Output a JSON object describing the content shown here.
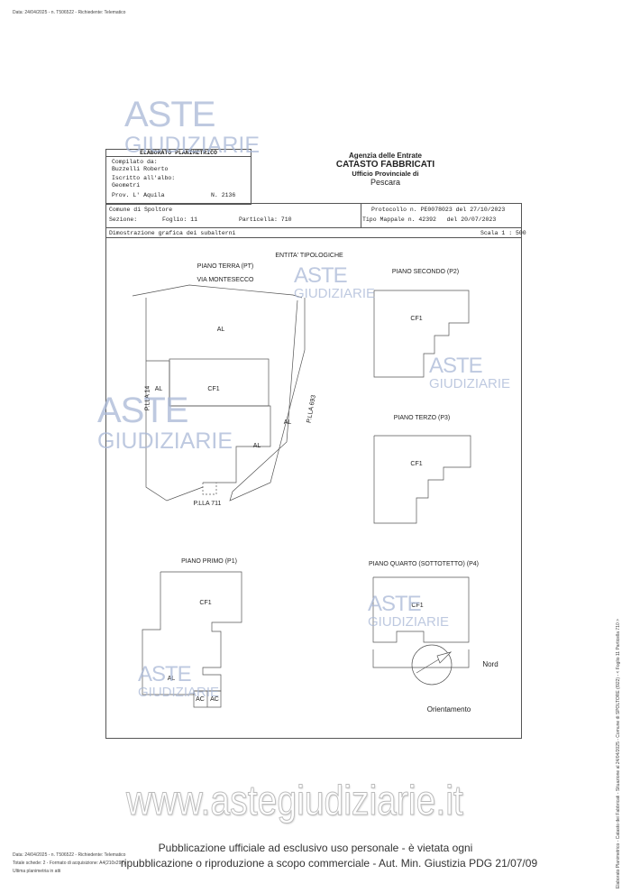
{
  "top_header": "Data: 24/04/2025 - n. T506522 - Richiedente: Telematico",
  "title_block": {
    "heading": "ELABORATO PLANIMETRICO",
    "compiled_label": "Compilato da:",
    "compiled_name": "Buzzelli Roberto",
    "albo_label": "Iscritto all'albo:",
    "albo_value": "Geometri",
    "prov": "Prov. L' Aquila",
    "number": "N. 2136"
  },
  "agency": {
    "line1": "Agenzia delle Entrate",
    "line2": "CATASTO FABBRICATI",
    "line3": "Ufficio Provinciale di",
    "line4": "Pescara"
  },
  "info": {
    "comune": "Comune di Spoltore",
    "sezione": "Sezione:",
    "foglio": "Foglio: 11",
    "particella": "Particella: 710",
    "protocollo": "Protocollo n. PE0078023 del 27/10/2023",
    "tipo_mappale": "Tipo Mappale n. 42392   del 20/07/2023",
    "dimostrazione": "Dimostrazione grafica dei subalterni",
    "scala": "Scala 1 : 500"
  },
  "drawing": {
    "entita": "ENTITA' TIPOLOGICHE",
    "piano_terra": "PIANO TERRA (PT)",
    "via": "VIA MONTESECCO",
    "piano_secondo": "PIANO SECONDO (P2)",
    "piano_terzo": "PIANO TERZO (P3)",
    "piano_primo": "PIANO PRIMO (P1)",
    "piano_quarto": "PIANO QUARTO (SOTTOTETTO) (P4)",
    "al": "AL",
    "cf1": "CF1",
    "ac": "AC",
    "plla14": "P.LLA 14",
    "plla693": "P.LLA 693",
    "plla711": "P.LLA 711",
    "nord": "Nord",
    "orientamento": "Orientamento"
  },
  "watermark": {
    "aste": "ASTE",
    "giudiziarie": "GIUDIZIARIE",
    "site": "www.astegiudiziarie.it"
  },
  "footer": {
    "line1": "Data: 24/04/2025 - n. T506522 - Richiedente: Telematico",
    "line2": "Totale schede: 2 - Formato di acquisizione: A4(210x297)",
    "line3": "Ultima planimetria in atti",
    "notice1": "Pubblicazione ufficiale ad esclusivo uso personale - è vietata ogni",
    "notice2": "ripubblicazione o riproduzione a scopo commerciale - Aut. Min. Giustizia PDG 21/07/09"
  },
  "side_text": "Elaborato Planimetrico - Catasto dei Fabbricati - Situazione al 24/04/2025 - Comune di SPOLTORE (I922) - < Foglio 11 Particella 710 >"
}
